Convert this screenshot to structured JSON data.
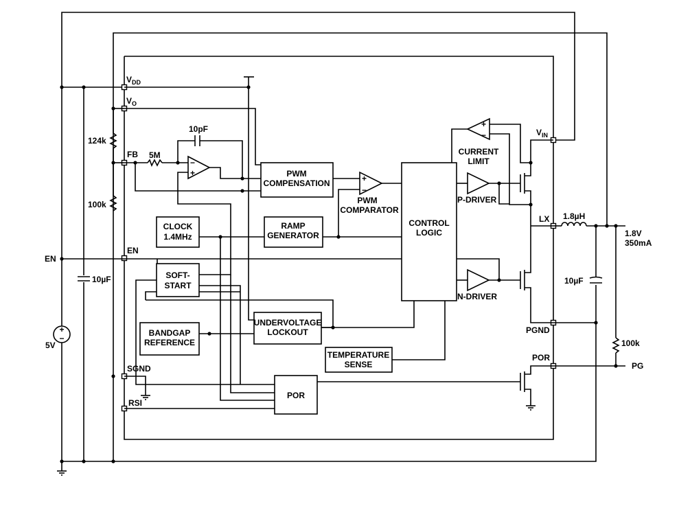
{
  "pins": {
    "vdd": "V",
    "vdd_sub": "DD",
    "vo": "V",
    "vo_sub": "O",
    "fb": "FB",
    "en": "EN",
    "sgnd": "SGND",
    "rsi": "RSI",
    "vin": "V",
    "vin_sub": "IN",
    "lx": "LX",
    "pgnd": "PGND",
    "por": "POR"
  },
  "blocks": {
    "pwm_comp_1": "PWM",
    "pwm_comp_2": "COMPENSATION",
    "pwm_cmp_1": "PWM",
    "pwm_cmp_2": "COMPARATOR",
    "control_1": "CONTROL",
    "control_2": "LOGIC",
    "current_limit_1": "CURRENT",
    "current_limit_2": "LIMIT",
    "p_driver": "P-DRIVER",
    "n_driver": "N-DRIVER",
    "clock_1": "CLOCK",
    "clock_2": "1.4MHz",
    "ramp_1": "RAMP",
    "ramp_2": "GENERATOR",
    "soft_start_1": "SOFT-",
    "soft_start_2": "START",
    "bandgap_1": "BANDGAP",
    "bandgap_2": "REFERENCE",
    "uvlo_1": "UNDERVOLTAGE",
    "uvlo_2": "LOCKOUT",
    "temp_1": "TEMPERATURE",
    "temp_2": "SENSE",
    "por_block": "POR"
  },
  "components": {
    "r_top": "124k",
    "r_bottom": "100k",
    "r_fb": "5M",
    "c_fb": "10pF",
    "c_in": "10µF",
    "c_out": "10µF",
    "inductor": "1.8µH",
    "r_pullup": "100k",
    "source": "5V"
  },
  "external": {
    "en": "EN",
    "out_voltage": "1.8V",
    "out_current": "350mA",
    "pg": "PG"
  },
  "amp_symbols": {
    "plus": "+",
    "minus": "−"
  }
}
